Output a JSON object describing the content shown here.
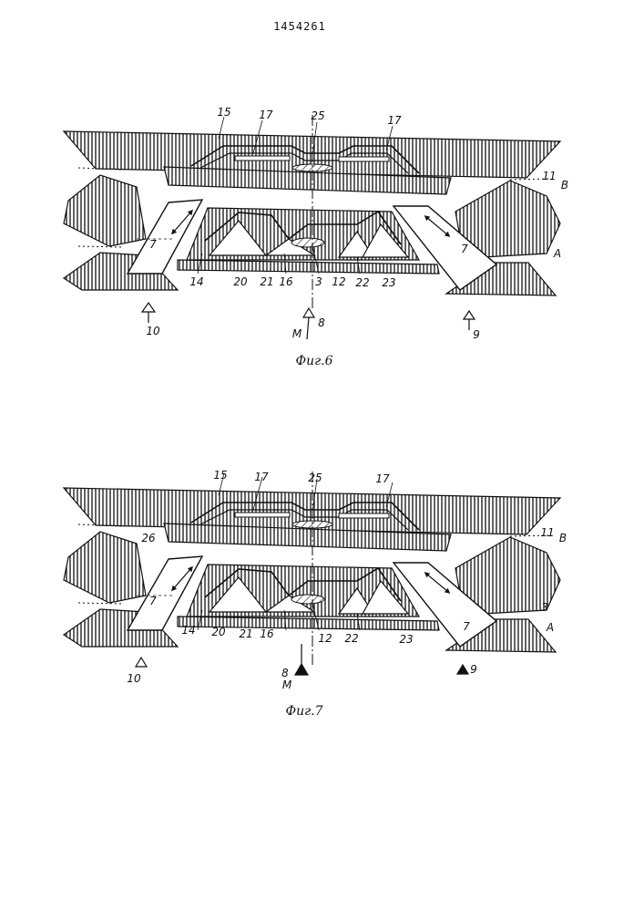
{
  "header": {
    "patent_number": "1454261"
  },
  "figures": [
    {
      "caption": "Фиг.6",
      "labels": {
        "l15": "15",
        "l17a": "17",
        "l25": "25",
        "l17b": "17",
        "l11": "11",
        "lB": "B",
        "lA": "A",
        "l7a": "7",
        "l7b": "7",
        "l14": "14",
        "l20": "20",
        "l21": "21",
        "l16": "16",
        "l3": "3",
        "l12": "12",
        "l22": "22",
        "l23": "23",
        "l10": "10",
        "lM": "M",
        "l8": "8",
        "l9": "9"
      }
    },
    {
      "caption": "Фиг.7",
      "labels": {
        "l15": "15",
        "l17a": "17",
        "l25": "25",
        "l17b": "17",
        "l11": "11",
        "lB": "B",
        "l26": "26",
        "l3": "3",
        "lA": "A",
        "l7a": "7",
        "l7b": "7",
        "l14": "14",
        "l20": "20",
        "l21": "21",
        "l16": "16",
        "l12": "12",
        "l22": "22",
        "l23": "23",
        "l10": "10",
        "l8": "8",
        "lM": "M",
        "l9": "9"
      }
    }
  ]
}
